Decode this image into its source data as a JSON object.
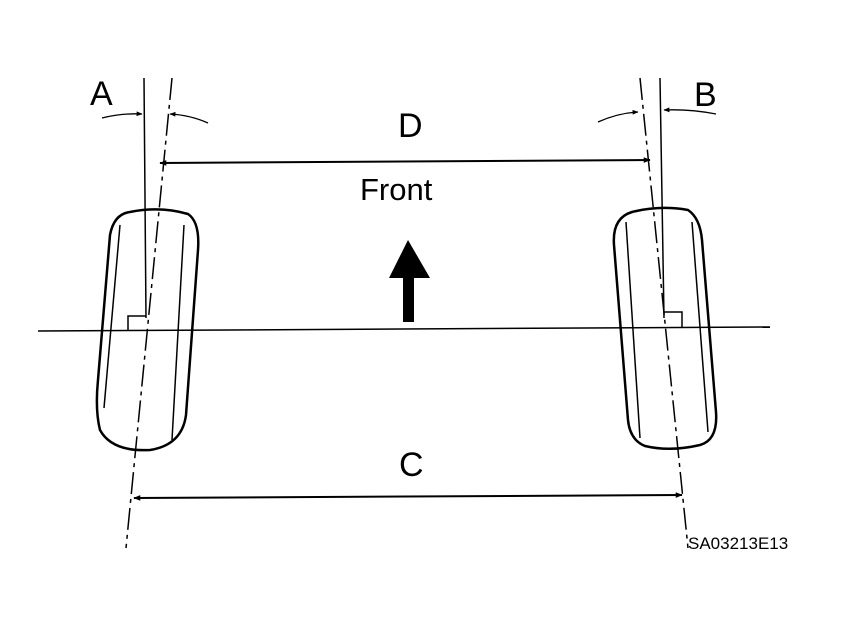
{
  "labels": {
    "a": "A",
    "b": "B",
    "c": "C",
    "d": "D",
    "front": "Front",
    "figure_code": "SA03213E13"
  },
  "colors": {
    "ink": "#000000",
    "background": "#ffffff"
  }
}
